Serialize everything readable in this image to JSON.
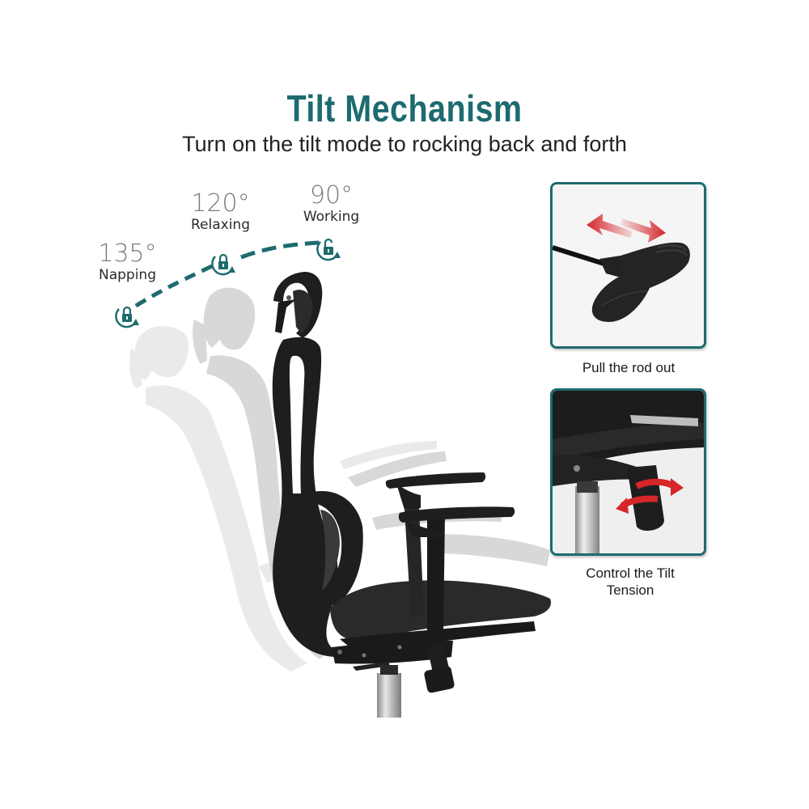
{
  "header": {
    "title": "Tilt Mechanism",
    "subtitle": "Turn on the tilt mode to rocking back and forth"
  },
  "tilt_positions": [
    {
      "angle": "135°",
      "label": "Napping",
      "lock_icon": "lock-closed-rotate-icon"
    },
    {
      "angle": "120°",
      "label": "Relaxing",
      "lock_icon": "lock-closed-rotate-icon"
    },
    {
      "angle": "90°",
      "label": "Working",
      "lock_icon": "lock-open-rotate-icon"
    }
  ],
  "details": [
    {
      "caption": "Pull the rod out",
      "image": "tilt-lock-rod-handle",
      "arrow": "red-double-arrow-horizontal"
    },
    {
      "caption_line1": "Control the Tilt",
      "caption_line2": "Tension",
      "image": "tilt-tension-knob",
      "arrow": "red-rotation-arrows"
    }
  ],
  "colors": {
    "accent": "#1d6b6f",
    "arrow_red": "#d6262a",
    "chair_black": "#1e1e1e",
    "text": "#222222"
  }
}
